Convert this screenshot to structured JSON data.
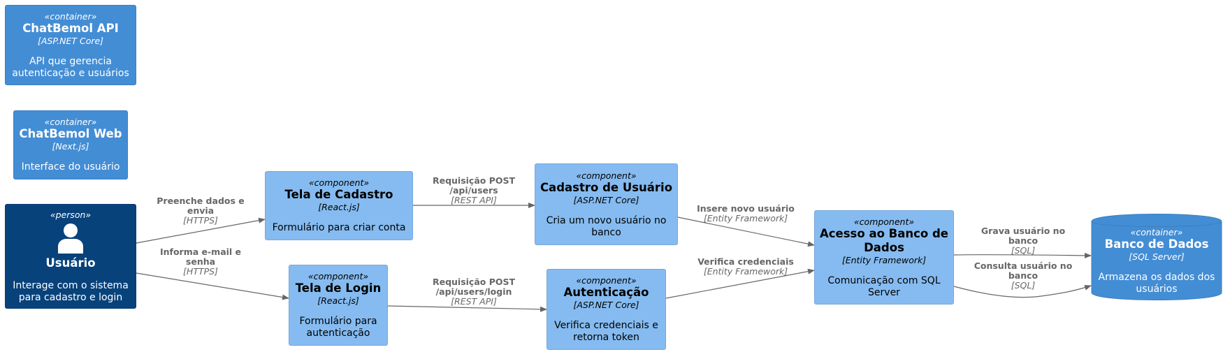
{
  "colors": {
    "container": "#438dd5",
    "component": "#85bbf0",
    "person": "#08427b",
    "edge": "#666666"
  },
  "elements": {
    "chatbemol_api": {
      "stereotype": "«container»",
      "name": "ChatBemol API",
      "tech": "[ASP.NET Core]",
      "desc": [
        "API que gerencia",
        "autenticação e usuários"
      ]
    },
    "chatbemol_web": {
      "stereotype": "«container»",
      "name": "ChatBemol Web",
      "tech": "[Next.js]",
      "desc": [
        "Interface do usuário"
      ]
    },
    "usuario": {
      "stereotype": "«person»",
      "name": "Usuário",
      "icon": "person-icon",
      "desc": [
        "Interage com o sistema",
        "para cadastro e login"
      ]
    },
    "tela_cadastro": {
      "stereotype": "«component»",
      "name": "Tela de Cadastro",
      "tech": "[React.js]",
      "desc": [
        "Formulário para criar conta"
      ]
    },
    "tela_login": {
      "stereotype": "«component»",
      "name": "Tela de Login",
      "tech": "[React.js]",
      "desc": [
        "Formulário para",
        "autenticação"
      ]
    },
    "cadastro_usuario": {
      "stereotype": "«component»",
      "name": "Cadastro de Usuário",
      "tech": "[ASP.NET Core]",
      "desc": [
        "Cria um novo usuário no",
        "banco"
      ]
    },
    "autenticacao": {
      "stereotype": "«component»",
      "name": "Autenticação",
      "tech": "[ASP.NET Core]",
      "desc": [
        "Verifica credenciais e",
        "retorna token"
      ]
    },
    "acesso_banco": {
      "stereotype": "«component»",
      "name": [
        "Acesso ao Banco de",
        "Dados"
      ],
      "tech": "[Entity Framework]",
      "desc": [
        "Comunicação com SQL",
        "Server"
      ]
    },
    "banco_dados": {
      "stereotype": "«container»",
      "name": "Banco de Dados",
      "tech": "[SQL Server]",
      "desc": [
        "Armazena os dados dos",
        "usuários"
      ]
    }
  },
  "relations": {
    "usuario_cadastro": {
      "text": [
        "Preenche dados e",
        "envia"
      ],
      "protocol": "[HTTPS]"
    },
    "usuario_login": {
      "text": [
        "Informa e-mail e",
        "senha"
      ],
      "protocol": "[HTTPS]"
    },
    "cadastro_api": {
      "text": [
        "Requisição POST",
        "/api/users"
      ],
      "protocol": "[REST API]"
    },
    "login_api": {
      "text": [
        "Requisição POST",
        "/api/users/login"
      ],
      "protocol": "[REST API]"
    },
    "cadastro_acesso": {
      "text": [
        "Insere novo usuário"
      ],
      "protocol": "[Entity Framework]"
    },
    "auth_acesso": {
      "text": [
        "Verifica credenciais"
      ],
      "protocol": "[Entity Framework]"
    },
    "acesso_grava": {
      "text": [
        "Grava usuário no",
        "banco"
      ],
      "protocol": "[SQL]"
    },
    "acesso_consulta": {
      "text": [
        "Consulta usuário no",
        "banco"
      ],
      "protocol": "[SQL]"
    }
  }
}
